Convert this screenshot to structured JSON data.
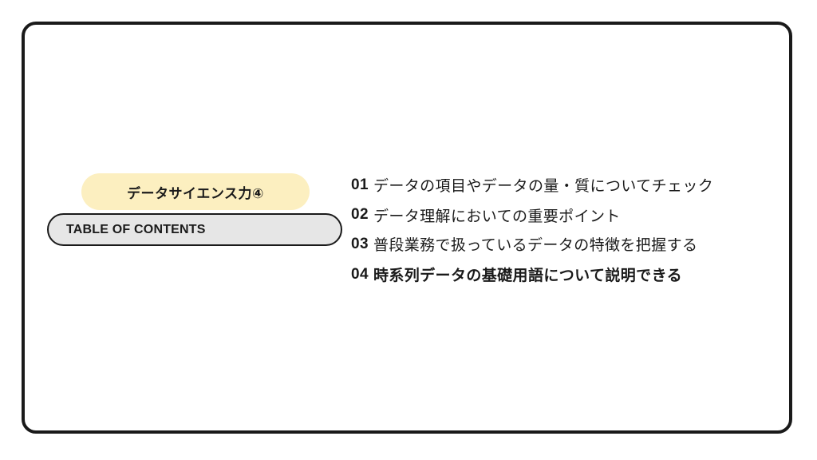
{
  "slide": {
    "category": "データサイエンス力④",
    "toc_heading": "TABLE OF CONTENTS",
    "items": [
      {
        "number": "01",
        "text": "データの項目やデータの量・質についてチェック",
        "active": false
      },
      {
        "number": "02",
        "text": "データ理解においての重要ポイント",
        "active": false
      },
      {
        "number": "03",
        "text": "普段業務で扱っているデータの特徴を把握する",
        "active": false
      },
      {
        "number": "04",
        "text": "時系列データの基礎用語について説明できる",
        "active": true
      }
    ],
    "colors": {
      "badge_background": "#fcefc0",
      "pill_background": "#e6e6e6",
      "border": "#1a1a1a",
      "text": "#1a1a1a"
    }
  }
}
